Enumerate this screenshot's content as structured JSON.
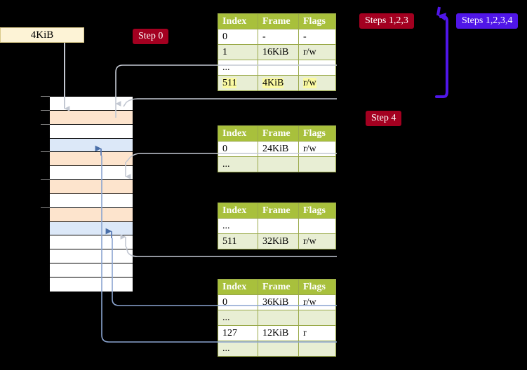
{
  "labels": {
    "kib_box": "4KiB",
    "step0": "Step 0",
    "step4": "Step 4",
    "steps123": "Steps 1,2,3",
    "steps1234": "Steps 1,2,3,4"
  },
  "colors": {
    "badge_crimson": "#a30020",
    "badge_blue": "#5016e8",
    "table_header": "#a8c03c",
    "table_alt_row": "#e8eed4",
    "highlight": "#fbfaa2",
    "mem_orange": "#fde4cd",
    "mem_blue": "#dce8f8",
    "kib_fill": "#fdf3d6",
    "connector_gray": "#bdbdbd",
    "connector_blue": "#8aa4d0",
    "arrow_blue": "#5b7cb8",
    "arrow_gray": "#c3c8d2"
  },
  "tables": [
    {
      "name": "page-table-level-1",
      "headers": [
        "Index",
        "Frame",
        "Flags"
      ],
      "rows": [
        {
          "cells": [
            "0",
            "-",
            "-"
          ],
          "style": "plain",
          "highlight": false
        },
        {
          "cells": [
            "1",
            "16KiB",
            "r/w"
          ],
          "style": "alt",
          "highlight": false
        },
        {
          "cells": [
            "...",
            "",
            ""
          ],
          "style": "plain",
          "highlight": false
        },
        {
          "cells": [
            "511",
            "4KiB",
            "r/w"
          ],
          "style": "alt",
          "highlight": true
        }
      ]
    },
    {
      "name": "page-table-level-2",
      "headers": [
        "Index",
        "Frame",
        "Flags"
      ],
      "rows": [
        {
          "cells": [
            "0",
            "24KiB",
            "r/w"
          ],
          "style": "plain",
          "highlight": false
        },
        {
          "cells": [
            "...",
            "",
            ""
          ],
          "style": "alt",
          "highlight": false
        }
      ]
    },
    {
      "name": "page-table-level-3",
      "headers": [
        "Index",
        "Frame",
        "Flags"
      ],
      "rows": [
        {
          "cells": [
            "...",
            "",
            ""
          ],
          "style": "plain",
          "highlight": false
        },
        {
          "cells": [
            "511",
            "32KiB",
            "r/w"
          ],
          "style": "alt",
          "highlight": false
        }
      ]
    },
    {
      "name": "page-table-level-4",
      "headers": [
        "Index",
        "Frame",
        "Flags"
      ],
      "rows": [
        {
          "cells": [
            "0",
            "36KiB",
            "r/w"
          ],
          "style": "plain",
          "highlight": false
        },
        {
          "cells": [
            "...",
            "",
            ""
          ],
          "style": "alt",
          "highlight": false
        },
        {
          "cells": [
            "127",
            "12KiB",
            "r"
          ],
          "style": "plain",
          "highlight": false
        },
        {
          "cells": [
            "...",
            "",
            ""
          ],
          "style": "alt",
          "highlight": false
        }
      ]
    }
  ],
  "memory": {
    "name": "physical-memory-column",
    "rows": [
      {
        "fill": "white"
      },
      {
        "fill": "orange"
      },
      {
        "fill": "white"
      },
      {
        "fill": "blue"
      },
      {
        "fill": "orange"
      },
      {
        "fill": "white"
      },
      {
        "fill": "orange"
      },
      {
        "fill": "white"
      },
      {
        "fill": "orange"
      },
      {
        "fill": "blue"
      },
      {
        "fill": "white"
      },
      {
        "fill": "white"
      },
      {
        "fill": "white"
      },
      {
        "fill": "white"
      }
    ],
    "ticks": [
      0,
      1,
      2,
      4,
      6,
      8
    ]
  }
}
